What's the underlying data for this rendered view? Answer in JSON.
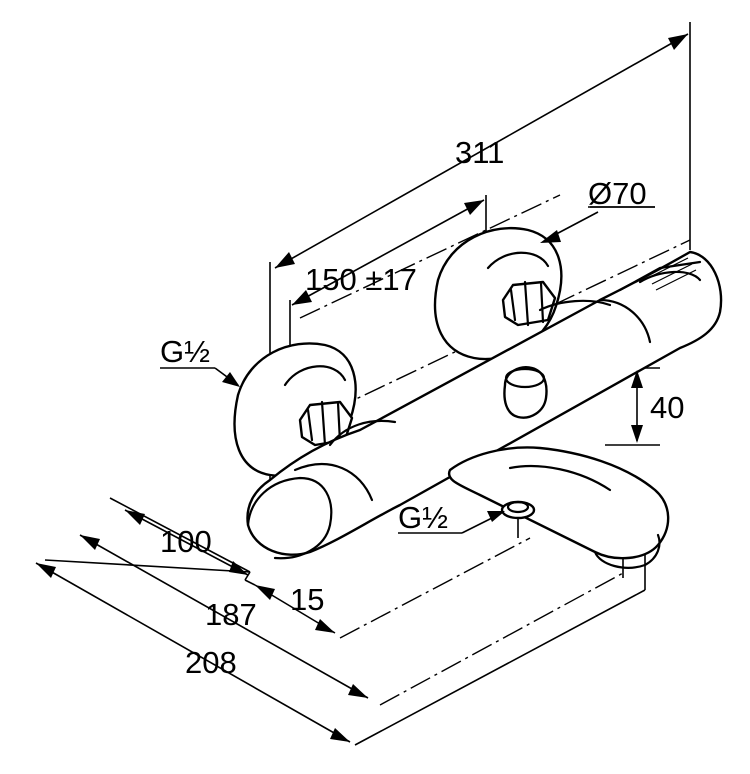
{
  "dimensions": {
    "overall_length": "311",
    "outlet_diameter": "Ø70",
    "center_distance": "150 ±17",
    "thread_left": "G½",
    "thread_spout": "G½",
    "height_body": "40",
    "depth_100": "100",
    "depth_187": "187",
    "depth_208": "208",
    "offset_15": "15"
  },
  "colors": {
    "line": "#000000",
    "background": "#ffffff"
  }
}
